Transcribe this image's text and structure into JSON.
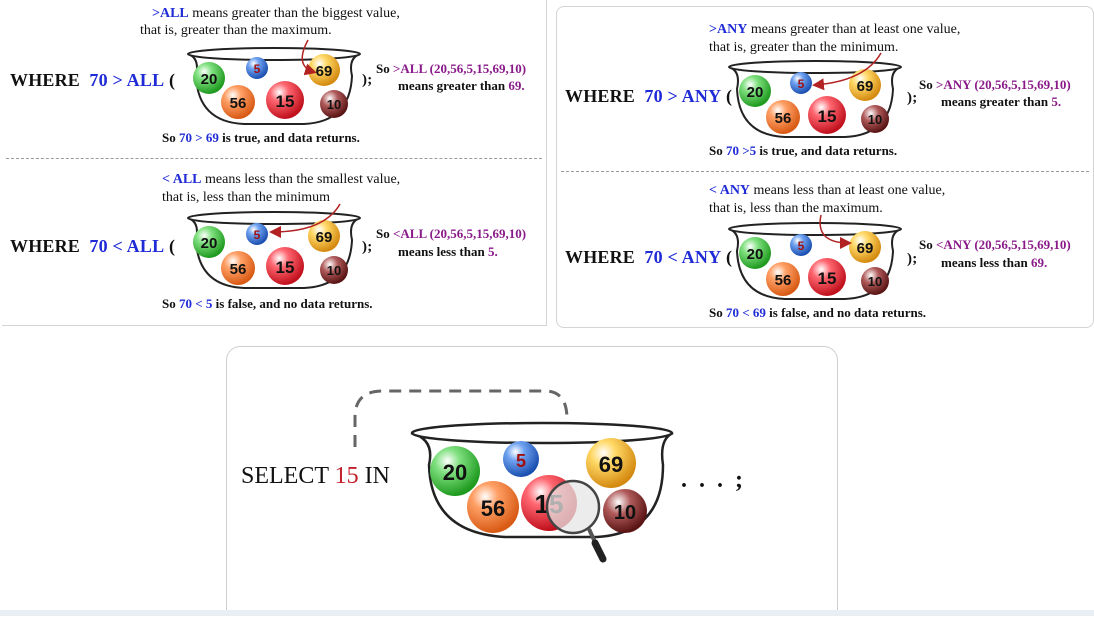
{
  "panels": {
    "all_greater": {
      "note_op": ">ALL",
      "note_line1": " means greater than the biggest value,",
      "note_line2": "that is, greater than the maximum.",
      "where": "WHERE",
      "expr": "70 > ALL",
      "open_paren": "(",
      "close_paren": ");",
      "so_prefix": "So ",
      "so_expr": ">ALL (20,56,5,15,69,10)",
      "means_text": "means greater than ",
      "means_value": "69.",
      "result_prefix": "So ",
      "result_expr": "70 > 69",
      "result_suffix": " is true, and  data returns."
    },
    "all_less": {
      "note_op": "< ALL",
      "note_line1": " means less than the smallest value,",
      "note_line2": "that is, less than the minimum",
      "where": "WHERE",
      "expr": "70 < ALL",
      "open_paren": "(",
      "close_paren": ");",
      "so_prefix": "So ",
      "so_expr": "<ALL (20,56,5,15,69,10)",
      "means_text": "means less than ",
      "means_value": "5.",
      "result_prefix": "So ",
      "result_expr": "70 < 5",
      "result_suffix": " is false, and  no data returns."
    },
    "any_greater": {
      "note_op": ">ANY",
      "note_line1": " means greater than at least one value,",
      "note_line2": "that is, greater than the minimum.",
      "where": "WHERE",
      "expr": "70 > ANY",
      "open_paren": "(",
      "close_paren": ");",
      "so_prefix": "So ",
      "so_expr": ">ANY (20,56,5,15,69,10)",
      "means_text": "means greater than ",
      "means_value": "5.",
      "result_prefix": "So ",
      "result_expr": "70 >5",
      "result_suffix": " is true, and  data returns."
    },
    "any_less": {
      "note_op": "< ANY",
      "note_line1": " means less than at least one value,",
      "note_line2": "that is, less than the maximum.",
      "where": "WHERE",
      "expr": "70 < ANY",
      "open_paren": "(",
      "close_paren": ");",
      "so_prefix": "So ",
      "so_expr": "<ANY (20,56,5,15,69,10)",
      "means_text": "means less than ",
      "means_value": "69.",
      "result_prefix": "So ",
      "result_expr": "70 < 69",
      "result_suffix": " is false, and  no data returns."
    },
    "in_select": {
      "select": "SELECT ",
      "value": "15",
      "in": " IN",
      "ellipsis": ". . . ;"
    }
  },
  "balls": [
    {
      "label": "20",
      "color": "#3bbf3b"
    },
    {
      "label": "5",
      "color": "#2f6fd6"
    },
    {
      "label": "69",
      "color": "#e8b422"
    },
    {
      "label": "56",
      "color": "#ee7a2a"
    },
    {
      "label": "15",
      "color": "#e0303a"
    },
    {
      "label": "10",
      "color": "#7d2a2a"
    }
  ],
  "colors": {
    "operator_blue": "#1f2bd6",
    "result_purple": "#8a1a8a",
    "highlight_red": "#c2202a",
    "arrow_red": "#b22222"
  }
}
